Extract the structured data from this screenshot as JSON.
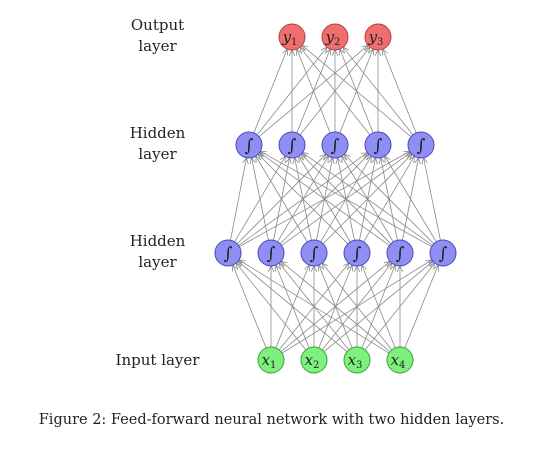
{
  "labels": {
    "output": "Output\nlayer",
    "hidden2": "Hidden\nlayer",
    "hidden1": "Hidden\nlayer",
    "input": "Input layer"
  },
  "caption": "Figure 2: Feed-forward neural network with two hidden layers.",
  "network": {
    "output": {
      "nodes": [
        "y1",
        "y2",
        "y3"
      ],
      "color": "#ef6f6f",
      "stroke": "#b04040"
    },
    "hidden2": {
      "nodes": [
        "∫",
        "∫",
        "∫",
        "∫",
        "∫"
      ],
      "color": "#8e8ef5",
      "stroke": "#4a4ab8"
    },
    "hidden1": {
      "nodes": [
        "∫",
        "∫",
        "∫",
        "∫",
        "∫",
        "∫"
      ],
      "color": "#8e8ef5",
      "stroke": "#4a4ab8"
    },
    "input": {
      "nodes": [
        "x1",
        "x2",
        "x3",
        "x4"
      ],
      "color": "#7ef07e",
      "stroke": "#3aa03a"
    },
    "edge_color": "#8a8a8a"
  }
}
